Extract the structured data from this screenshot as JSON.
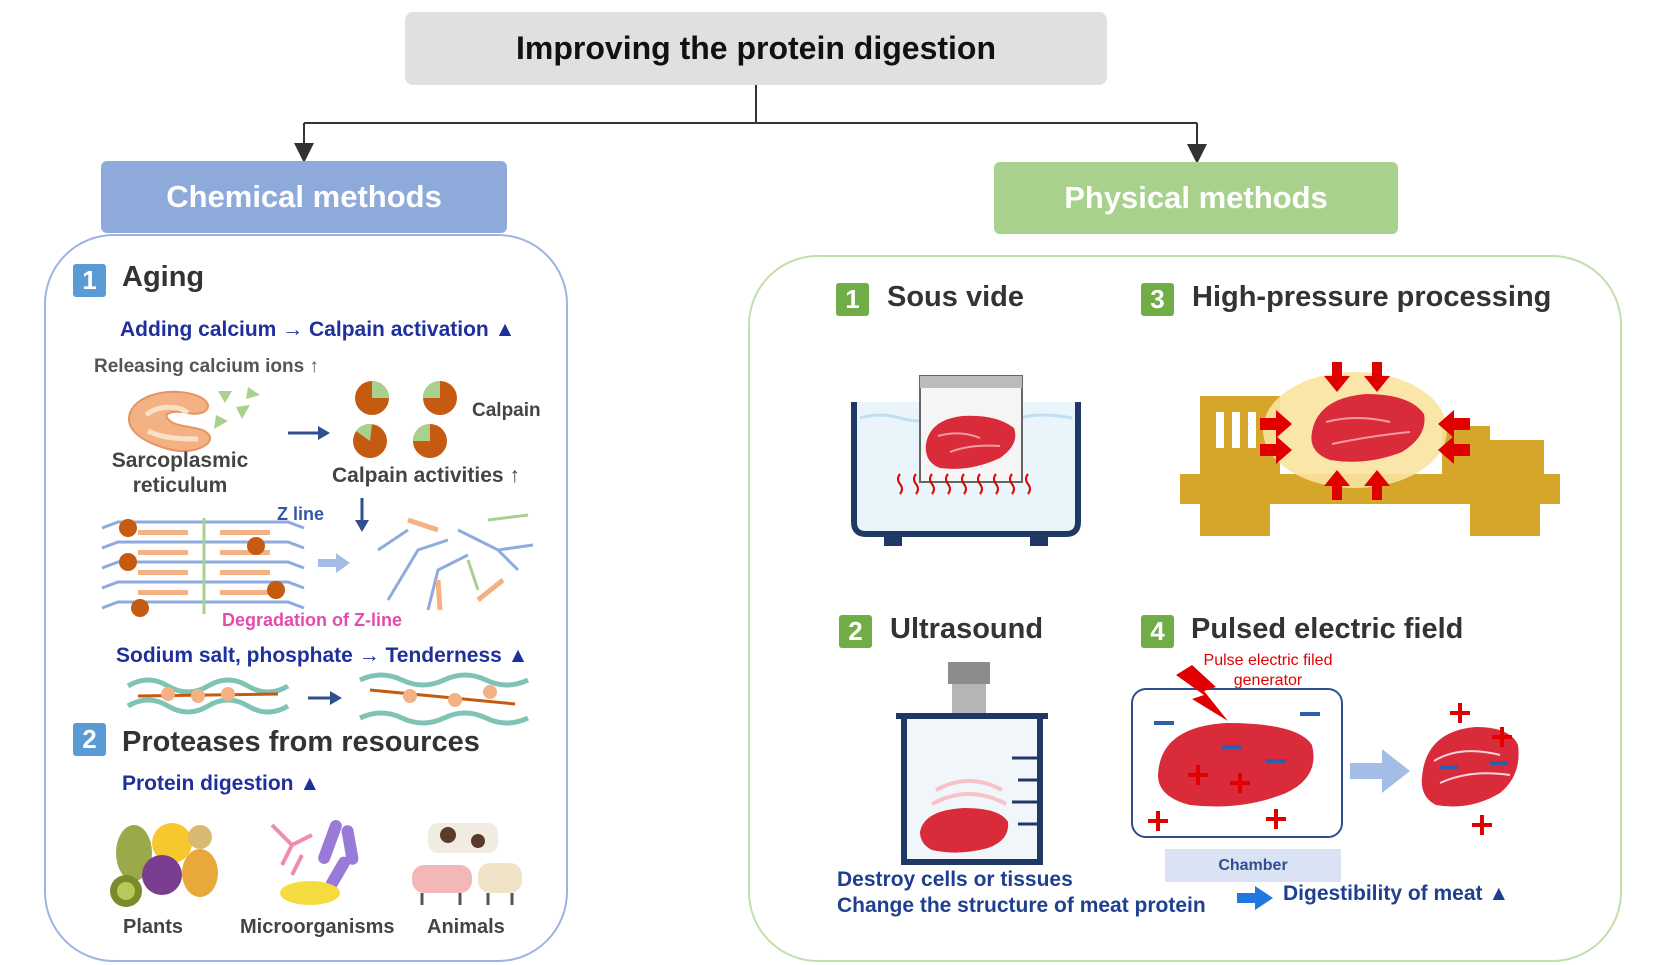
{
  "title": "Improving the protein digestion",
  "chemical": {
    "header": "Chemical methods",
    "aging": {
      "num": "1",
      "title": "Aging",
      "calcium_line": "Adding calcium → Calpain activation ▲",
      "releasing": "Releasing calcium ions ↑",
      "sarco": "Sarcoplasmic reticulum",
      "calpain": "Calpain",
      "calpain_activities": "Calpain activities ↑",
      "z_line": "Z line",
      "degradation": "Degradation of Z-line",
      "sodium_line": "Sodium salt, phosphate → Tenderness ▲"
    },
    "proteases": {
      "num": "2",
      "title": "Proteases from resources",
      "digestion_line": "Protein digestion ▲",
      "sources": [
        "Plants",
        "Microorganisms",
        "Animals"
      ]
    }
  },
  "physical": {
    "header": "Physical methods",
    "items": [
      {
        "num": "1",
        "label": "Sous vide"
      },
      {
        "num": "2",
        "label": "Ultrasound"
      },
      {
        "num": "3",
        "label": "High-pressure processing"
      },
      {
        "num": "4",
        "label": "Pulsed electric field"
      }
    ],
    "pef_generator": "Pulse electric filed generator",
    "chamber": "Chamber",
    "effect_line1": "Destroy cells or tissues",
    "effect_line2": "Change the structure of meat protein",
    "result": "Digestibility of meat ▲"
  },
  "colors": {
    "chemical_header": "#8eaadb",
    "physical_header": "#a9d18e",
    "meat": "#d92b3a",
    "navy_text": "#1f2f9c",
    "pink_text": "#e44bb0",
    "pef_red": "#e00000"
  },
  "icons": [
    "tree-connector-arrows",
    "sarcoplasmic-reticulum-icon",
    "calpain-icon",
    "myofibril-icon",
    "fruit-icon",
    "microorganism-icon",
    "livestock-icon",
    "water-bath-icon",
    "ultrasound-probe-icon",
    "high-pressure-machine-icon",
    "lightning-bolt-icon",
    "meat-steak-icon"
  ]
}
